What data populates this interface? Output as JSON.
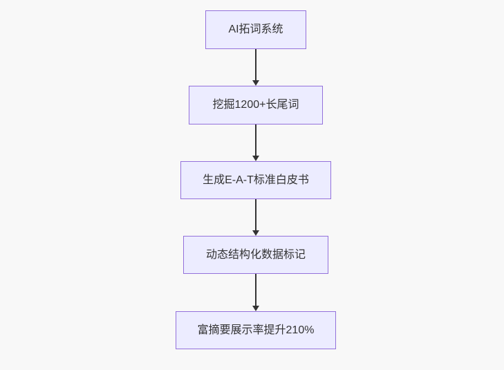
{
  "flowchart": {
    "type": "flowchart-vertical",
    "nodes": [
      {
        "id": "A",
        "label": "AI拓词系统"
      },
      {
        "id": "B",
        "label": "挖掘1200+长尾词"
      },
      {
        "id": "C",
        "label": "生成E-A-T标准白皮书"
      },
      {
        "id": "D",
        "label": "动态结构化数据标记"
      },
      {
        "id": "E",
        "label": "富摘要展示率提升210%"
      }
    ],
    "edges": [
      {
        "from": "A",
        "to": "B"
      },
      {
        "from": "B",
        "to": "C"
      },
      {
        "from": "C",
        "to": "D"
      },
      {
        "from": "D",
        "to": "E"
      }
    ],
    "colors": {
      "node_fill": "#ECECFF",
      "node_border": "#9370DB",
      "arrow": "#333333",
      "text": "#333333",
      "background": "#f8f8f8"
    }
  }
}
